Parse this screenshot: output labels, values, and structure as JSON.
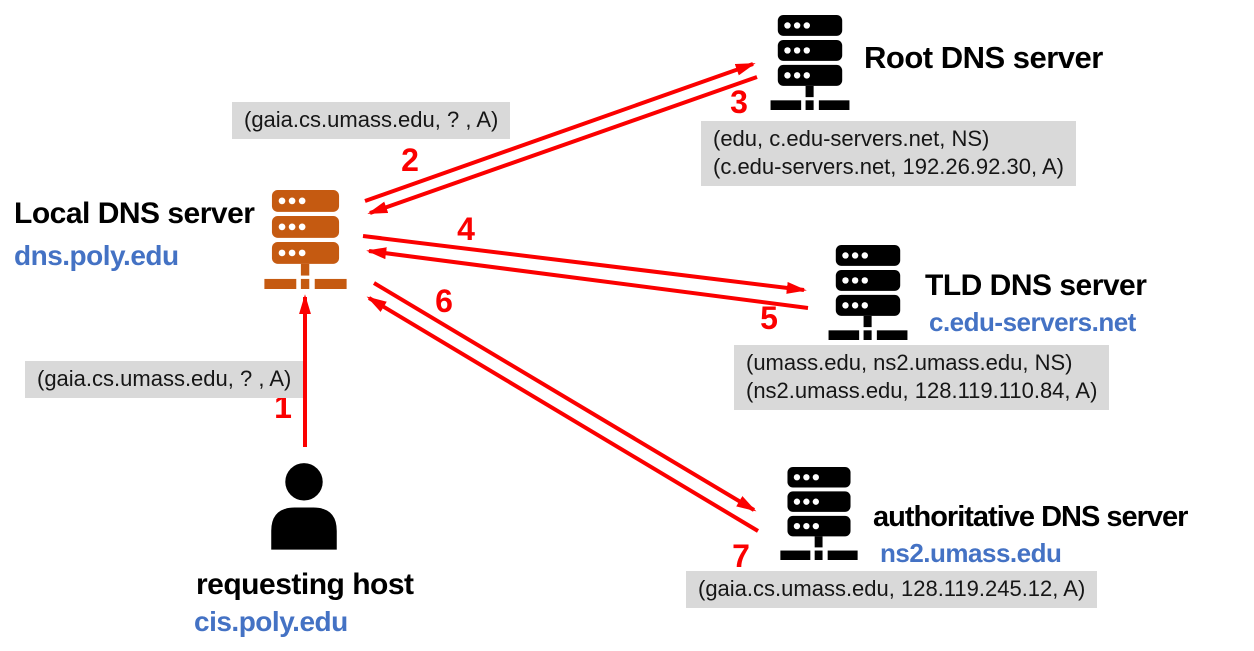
{
  "diagram": {
    "kind": "dns-iterative-query-resolution",
    "colors": {
      "server_orange": "#C55A11",
      "server_black": "#000000",
      "hostname_blue": "#4472C4",
      "arrow_red": "#FB0000",
      "label_box_gray": "#D9D9D9"
    },
    "nodes": {
      "local_dns": {
        "label": "Local DNS server",
        "hostname": "dns.poly.edu",
        "icon": "server-icon"
      },
      "root_dns": {
        "label": "Root DNS server",
        "icon": "server-icon"
      },
      "tld_dns": {
        "label": "TLD DNS server",
        "hostname": "c.edu-servers.net",
        "icon": "server-icon"
      },
      "authoritative_dns": {
        "label": "authoritative DNS server",
        "hostname": "ns2.umass.edu",
        "icon": "server-icon"
      },
      "requesting_host": {
        "label": "requesting host",
        "hostname": "cis.poly.edu",
        "icon": "person-icon"
      }
    },
    "message_boxes": {
      "host_query": {
        "lines": [
          "(gaia.cs.umass.edu, ? , A)"
        ]
      },
      "local_query": {
        "lines": [
          "(gaia.cs.umass.edu, ? , A)"
        ]
      },
      "root_response": {
        "lines": [
          "(edu, c.edu-servers.net, NS)",
          "(c.edu-servers.net, 192.26.92.30, A)"
        ]
      },
      "tld_response": {
        "lines": [
          "(umass.edu, ns2.umass.edu, NS)",
          "(ns2.umass.edu, 128.119.110.84, A)"
        ]
      },
      "auth_response": {
        "lines": [
          "(gaia.cs.umass.edu, 128.119.245.12, A)"
        ]
      }
    },
    "arrows": [
      {
        "number": "1",
        "from": "requesting_host",
        "to": "local_dns",
        "kind": "query"
      },
      {
        "number": "2",
        "from": "local_dns",
        "to": "root_dns",
        "kind": "query"
      },
      {
        "number": "3",
        "from": "root_dns",
        "to": "local_dns",
        "kind": "response"
      },
      {
        "number": "4",
        "from": "local_dns",
        "to": "tld_dns",
        "kind": "query"
      },
      {
        "number": "5",
        "from": "tld_dns",
        "to": "local_dns",
        "kind": "response"
      },
      {
        "number": "6",
        "from": "local_dns",
        "to": "authoritative_dns",
        "kind": "query"
      },
      {
        "number": "7",
        "from": "authoritative_dns",
        "to": "local_dns",
        "kind": "response"
      }
    ]
  }
}
